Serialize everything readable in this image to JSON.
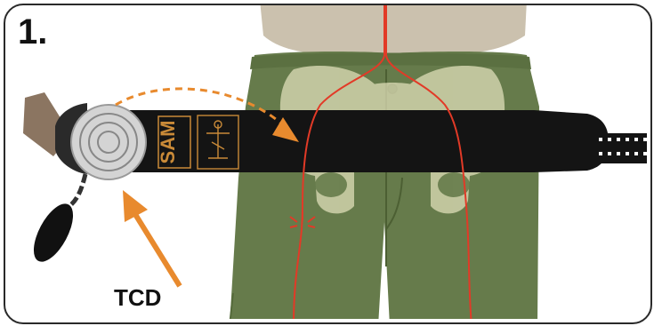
{
  "panel": {
    "step_number": "1.",
    "device_brand": "SAM",
    "callout_label": "TCD"
  },
  "colors": {
    "pants": "#667b4b",
    "pants_dark": "#556a3b",
    "bone": "#e3e2bc",
    "skin": "#cbc1ae",
    "strap": "#141414",
    "artery": "#e23a27",
    "arrow": "#e88a2e",
    "tab": "#8b7561"
  }
}
